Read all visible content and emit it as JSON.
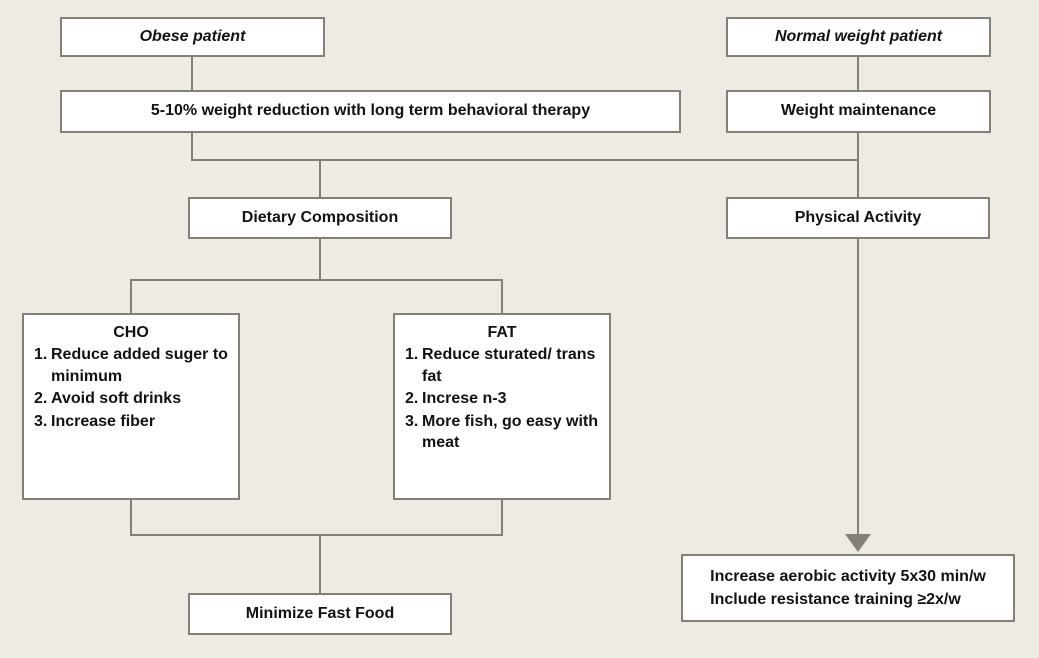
{
  "diagram": {
    "title": "Obesity and normal weight management flowchart",
    "background_color": "#eeebe5",
    "box_fill": "#ffffff",
    "line_color": "#847f78",
    "text_color": "#141210"
  },
  "nodes": {
    "obese_patient": {
      "label": "Obese patient"
    },
    "normal_weight_patient": {
      "label": "Normal weight patient"
    },
    "weight_reduction": {
      "label": "5-10% weight reduction with long term behavioral therapy"
    },
    "weight_maintenance": {
      "label": "Weight maintenance"
    },
    "dietary_composition": {
      "label": "Dietary Composition"
    },
    "physical_activity": {
      "label": "Physical Activity"
    },
    "cho": {
      "title": "CHO",
      "items": [
        {
          "num": "1.",
          "text": "Reduce added suger to minimum"
        },
        {
          "num": "2.",
          "text": "Avoid soft drinks"
        },
        {
          "num": "3.",
          "text": "Increase fiber"
        }
      ]
    },
    "fat": {
      "title": "FAT",
      "items": [
        {
          "num": "1.",
          "text": "Reduce sturated/ trans fat"
        },
        {
          "num": "2.",
          "text": "Increse n-3"
        },
        {
          "num": "3.",
          "text": "More fish, go easy with meat"
        }
      ]
    },
    "minimize_fast_food": {
      "label": "Minimize Fast Food"
    },
    "activity_prescription": {
      "line1": "Increase aerobic activity 5x30 min/w",
      "line2": "Include resistance training ≥2x/w"
    }
  }
}
